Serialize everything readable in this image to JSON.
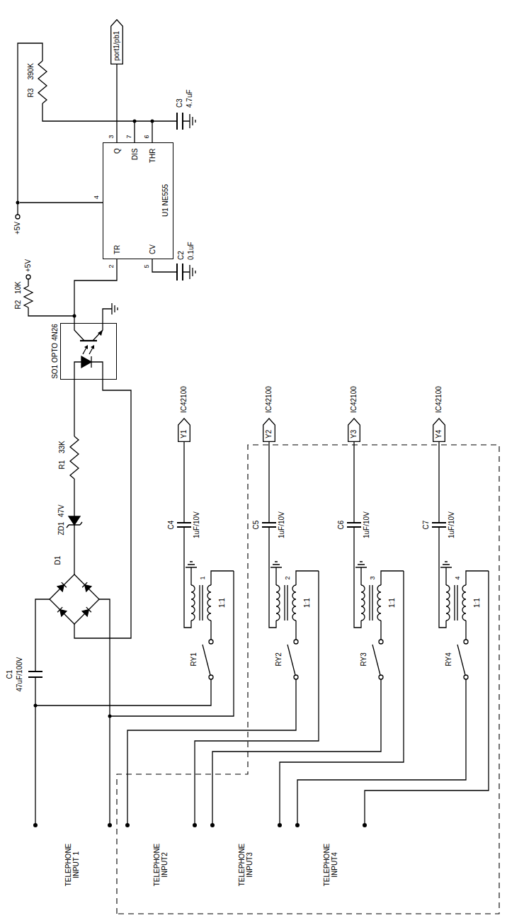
{
  "diagram": {
    "nodes": [
      {
        "text": [
          "SO1 OPTO 4N26"
        ]
      },
      {
        "text": [
          "U1 NE555",
          "TR",
          "CV",
          "Q",
          "DIS",
          "THR"
        ]
      },
      {
        "text": [
          "port1/pb1"
        ]
      },
      {
        "text": [
          "Y1"
        ]
      },
      {
        "text": [
          "Y2"
        ]
      },
      {
        "text": [
          "Y3"
        ]
      },
      {
        "text": [
          "Y4"
        ]
      }
    ],
    "edges": [
      {
        "from": 0,
        "to": 1,
        "arrow": "none"
      },
      {
        "from": 1,
        "to": 2,
        "arrow": "none"
      }
    ],
    "labels": [
      "TELEPHONE INPUT 1",
      "TELEPHONE INPUT2",
      "TELEPHONE INPUT3",
      "TELEPHONE INPUT4",
      "C1",
      "47uF/100V",
      "D1",
      "ZD1",
      "47V",
      "R1",
      "33K",
      "R2",
      "10K",
      "+5V",
      "+5V",
      "2",
      "5",
      "3",
      "7",
      "6",
      "4",
      "R3",
      "390K",
      "C3",
      "4.7uF",
      "C2",
      "0.1uF",
      "RY1",
      "C4",
      "1uF/10V",
      "1:1",
      "1",
      "IC42100",
      "RY2",
      "C5",
      "1uF/10V",
      "1:1",
      "2",
      "IC42100",
      "RY3",
      "C6",
      "1uF/10V",
      "1:1",
      "3",
      "IC42100",
      "RY4",
      "C7",
      "1uF/10V",
      "1:1",
      "4",
      "IC42100"
    ]
  }
}
